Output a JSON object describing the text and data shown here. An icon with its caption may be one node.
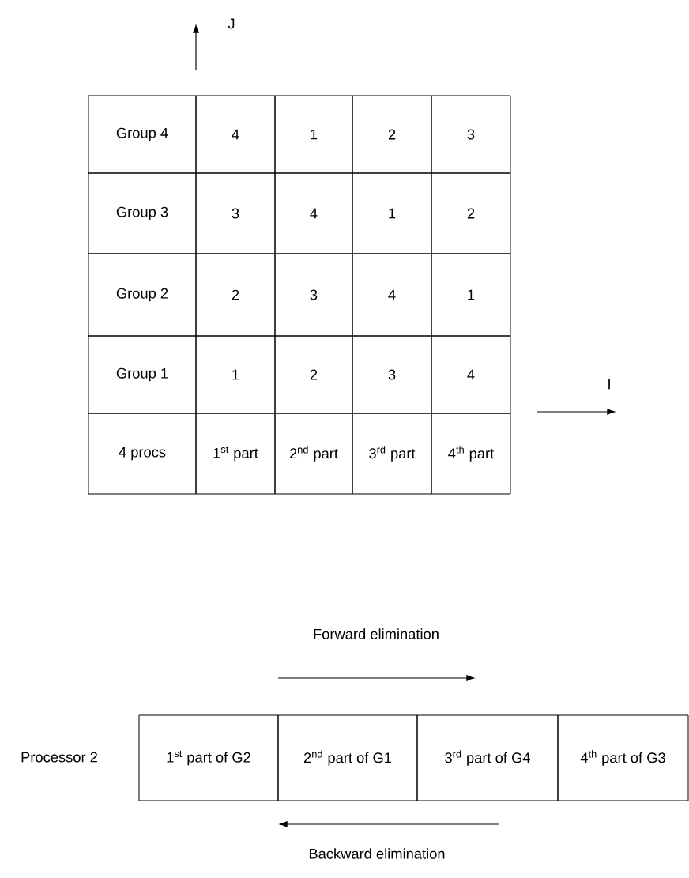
{
  "diagram": {
    "labels": [
      "J",
      "Group 4",
      "4",
      "1",
      "2",
      "3",
      "Group 3",
      "3",
      "4",
      "1",
      "2",
      "Group 2",
      "2",
      "3",
      "4",
      "1",
      "Group 1",
      "1",
      "2",
      "3",
      "4",
      "I",
      "4 procs",
      "1$^{st}$ part",
      "2$^{nd}$ part",
      "3$^{rd}$ part",
      "4$^{th}$ part",
      "Forward elimination",
      "Processor 2",
      "1$^{st}$ part of G2",
      "2$^{nd}$ part of G1",
      "3$^{rd}$ part of G4",
      "4$^{th}$ part of G3",
      "Backward elimination"
    ]
  }
}
